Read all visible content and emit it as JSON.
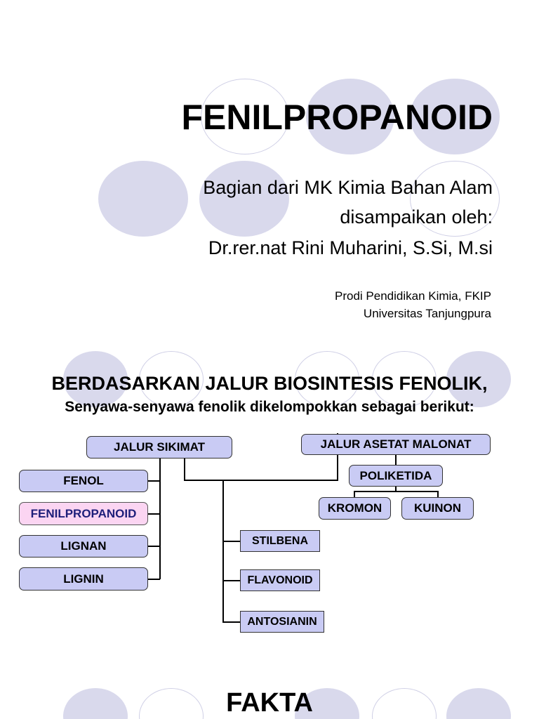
{
  "slide1": {
    "title": "FENILPROPANOID",
    "subtitle_line1": "Bagian dari MK Kimia Bahan Alam",
    "subtitle_line2": "disampaikan oleh:",
    "subtitle_line3": "Dr.rer.nat Rini Muharini, S.Si, M.si",
    "institution_line1": "Prodi Pendidikan Kimia, FKIP",
    "institution_line2": "Universitas Tanjungpura"
  },
  "slide2": {
    "heading": "BERDASARKAN JALUR BIOSINTESIS FENOLIK,",
    "subheading": "Senyawa-senyawa fenolik dikelompokkan sebagai berikut:",
    "diagram": {
      "sikimat": "JALUR SIKIMAT",
      "asetat_malonat": "JALUR ASETAT MALONAT",
      "fenol": "FENOL",
      "fenilpropanoid": "FENILPROPANOID",
      "lignan": "LIGNAN",
      "lignin": "LIGNIN",
      "poliketida": "POLIKETIDA",
      "kromon": "KROMON",
      "kuinon": "KUINON",
      "stilbena": "STILBENA",
      "flavonoid": "FLAVONOID",
      "antosianin": "ANTOSIANIN"
    }
  },
  "slide3": {
    "title": "FAKTA"
  },
  "colors": {
    "box_fill": "#c9cbf4",
    "highlight_fill": "#fbd5f2",
    "highlight_text": "#1e1f7a",
    "circle_fill": "#d9d9ec"
  }
}
